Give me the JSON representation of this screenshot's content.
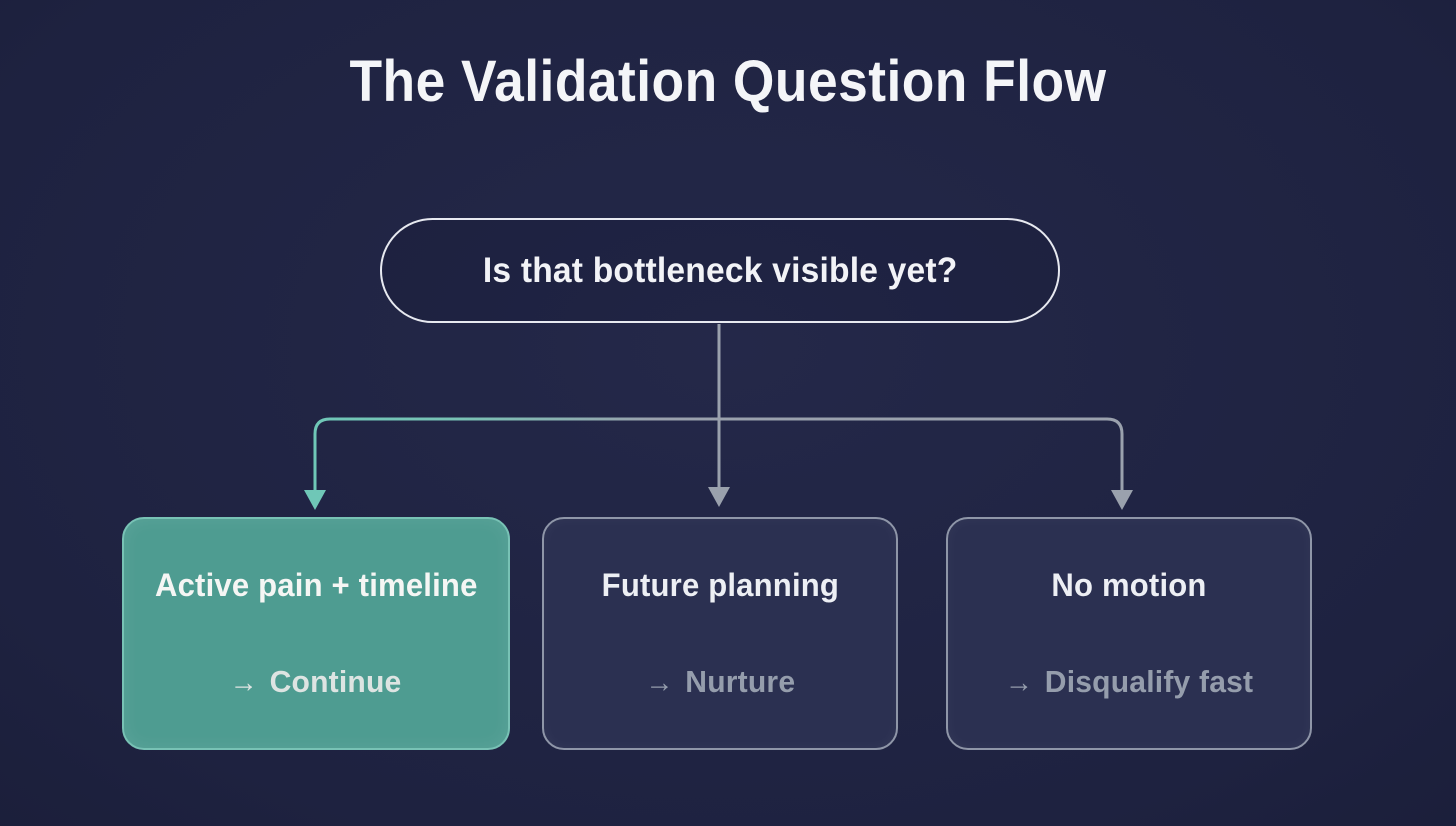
{
  "title": "The Validation Question Flow",
  "question": {
    "label": "Is that bottleneck visible yet?"
  },
  "branches": [
    {
      "condition": "Active pain + timeline",
      "arrow": "→",
      "outcome": "Continue",
      "variant": "teal"
    },
    {
      "condition": "Future planning",
      "arrow": "→",
      "outcome": "Nurture",
      "variant": "dark"
    },
    {
      "condition": "No motion",
      "arrow": "→",
      "outcome": "Disqualify fast",
      "variant": "dark"
    }
  ],
  "colors": {
    "background": "#1e2240",
    "title_text": "#f4f5f8",
    "question_border": "#e7e9f0",
    "connector_gray": "#9aa1ad",
    "connector_teal": "#6fc7b7",
    "card_teal_fill": "#4e9c91",
    "card_teal_border": "#78c2b5",
    "card_dark_fill": "#2b3051",
    "card_dark_border": "#8f96a8",
    "outcome_muted_text": "#959dac"
  }
}
